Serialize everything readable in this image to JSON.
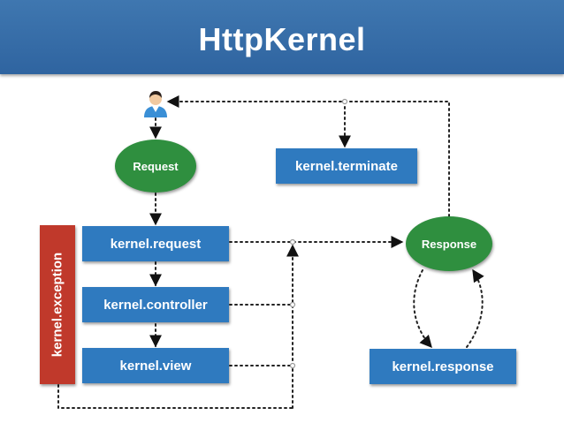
{
  "title": "HttpKernel",
  "nodes": {
    "request": "Request",
    "response": "Response",
    "kernel_request": "kernel.request",
    "kernel_controller": "kernel.controller",
    "kernel_view": "kernel.view",
    "kernel_terminate": "kernel.terminate",
    "kernel_response": "kernel.response",
    "kernel_exception": "kernel.exception"
  },
  "icons": {
    "user": "user-icon"
  },
  "colors": {
    "banner": "#3570ab",
    "event_box": "#2f7abf",
    "state_oval": "#2f8f3f",
    "exception_bar": "#c0392b"
  }
}
